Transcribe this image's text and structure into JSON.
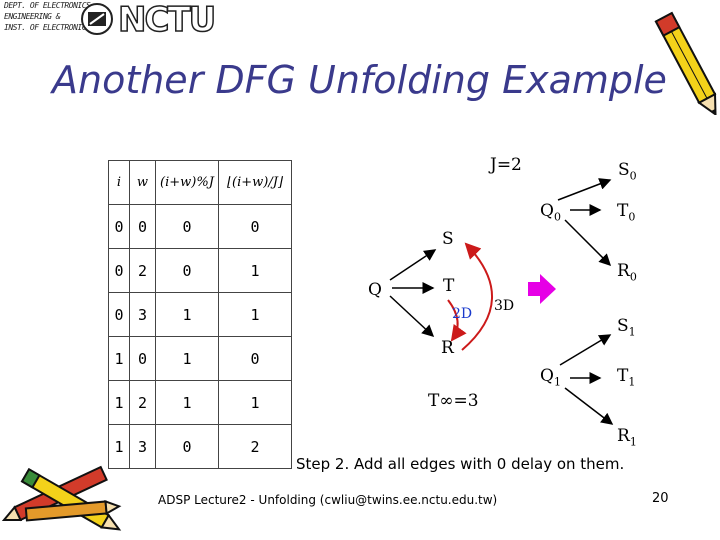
{
  "logo": {
    "dept_lines": [
      "DEPT. OF ELECTRONICS",
      "ENGINEERING &",
      "INST. OF ELECTRONICS"
    ],
    "university": "NCTU"
  },
  "slide": {
    "title": "Another DFG Unfolding Example",
    "step_text": "Step 2. Add all edges with 0 delay on them.",
    "footer": "ADSP Lecture2 - Unfolding (cwliu@twins.ee.nctu.edu.tw)",
    "page_number": "20"
  },
  "table": {
    "headers": [
      "i",
      "w",
      "(i+w)%J",
      "⌊(i+w)/J⌋"
    ],
    "rows": [
      [
        "0",
        "0",
        "0",
        "0"
      ],
      [
        "0",
        "2",
        "0",
        "1"
      ],
      [
        "0",
        "3",
        "1",
        "1"
      ],
      [
        "1",
        "0",
        "1",
        "0"
      ],
      [
        "1",
        "2",
        "1",
        "1"
      ],
      [
        "1",
        "3",
        "0",
        "2"
      ]
    ]
  },
  "original_dfg": {
    "nodes": {
      "q": "Q",
      "s": "S",
      "t": "T",
      "r": "R"
    },
    "delay_tr": "2D",
    "delay_rs": "3D",
    "iteration_bound": "T∞=3"
  },
  "unfolded_dfg": {
    "j_label": "J=2",
    "nodes": [
      {
        "base": "S",
        "sub": "0"
      },
      {
        "base": "Q",
        "sub": "0"
      },
      {
        "base": "T",
        "sub": "0"
      },
      {
        "base": "R",
        "sub": "0"
      },
      {
        "base": "S",
        "sub": "1"
      },
      {
        "base": "Q",
        "sub": "1"
      },
      {
        "base": "T",
        "sub": "1"
      },
      {
        "base": "R",
        "sub": "1"
      }
    ]
  },
  "colors": {
    "title": "#3a3a8c",
    "delay_edge": "#cc1a1a",
    "delay_text": "#1a3acc",
    "arrow": "#e600e6"
  }
}
